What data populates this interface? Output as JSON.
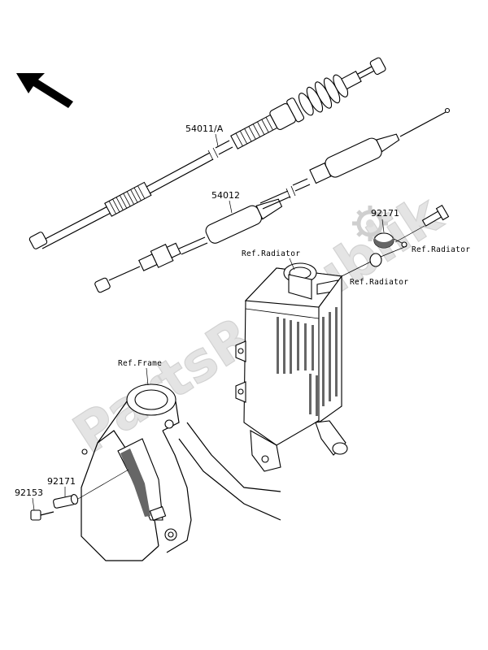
{
  "watermark": "PartsRepublik",
  "parts": {
    "clutch_cable": "54011/A",
    "throttle_cable": "54012",
    "clamp_top": "92171",
    "clamp_left": "92171",
    "bolt_left": "92153"
  },
  "references": {
    "radiator_a": "Ref.Radiator",
    "radiator_b": "Ref.Radiator",
    "radiator_c": "Ref.Radiator",
    "frame": "Ref.Frame"
  },
  "icons": {
    "direction_arrow": "front-direction-arrow-icon",
    "watermark_gear": "gear-icon"
  }
}
